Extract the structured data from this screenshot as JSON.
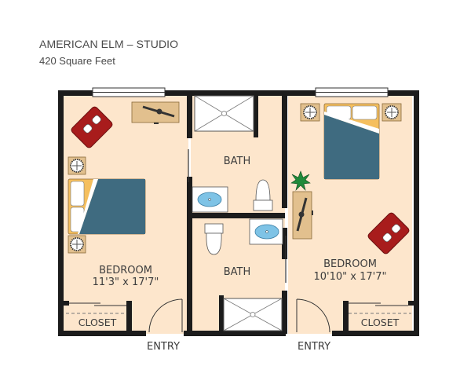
{
  "header": {
    "title": "AMERICAN ELM – STUDIO",
    "subtitle": "420 Square Feet"
  },
  "rooms": {
    "bedroom_left": {
      "label": "BEDROOM",
      "dimensions": "11'3\" x 17'7\""
    },
    "bedroom_right": {
      "label": "BEDROOM",
      "dimensions": "10'10\" x 17'7\""
    },
    "bath_top": {
      "label": "BATH"
    },
    "bath_bottom": {
      "label": "BATH"
    },
    "closet_left": {
      "label": "CLOSET"
    },
    "closet_right": {
      "label": "CLOSET"
    }
  },
  "entries": [
    {
      "label": "ENTRY"
    },
    {
      "label": "ENTRY"
    }
  ],
  "colors": {
    "floor": "#fde6cc",
    "wall": "#1c1c1c",
    "bedspread": "#3f6b80",
    "chair": "#a81c1c",
    "wood": "#e2c08e",
    "plant": "#1f8a3a",
    "sink": "#7ec3e6"
  }
}
